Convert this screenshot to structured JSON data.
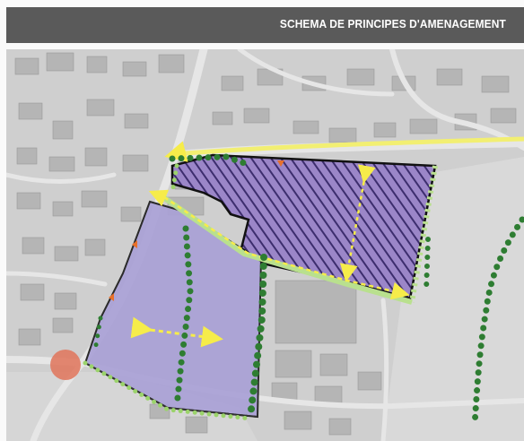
{
  "header": {
    "title": "SCHEMA DE PRINCIPES D'AMENAGEMENT"
  },
  "colors": {
    "title_bar": "#5a5a5a",
    "title_text": "#ffffff",
    "map_background": "#c9c9c9",
    "zone_north_fill": "#9b86c8",
    "zone_north_hatch": "#3d2e6e",
    "zone_south_fill": "#aea7d9",
    "green_corridor": "#2e7d32",
    "light_green_edge": "#9bd36b",
    "yellow_path": "#f2ef72",
    "access_arrow": "#f6ec4a",
    "access_marker": "#e8702a",
    "roundabout": "#e0785f"
  },
  "map": {
    "legend_features": [
      "zone-north-hatched",
      "zone-south",
      "green-corridor",
      "tree-row",
      "pedestrian-path",
      "access-arrow",
      "access-point-marker",
      "roundabout-node"
    ]
  }
}
